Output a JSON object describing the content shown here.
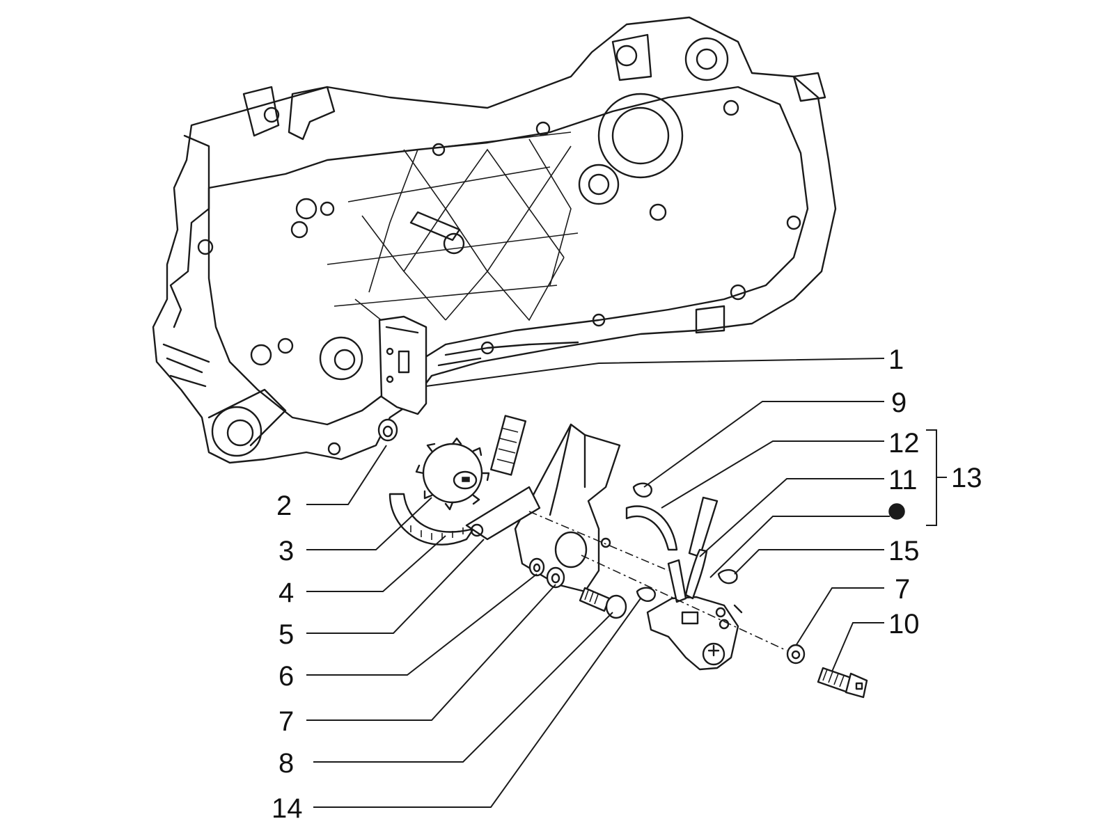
{
  "callouts": [
    {
      "id": "c1",
      "text": "1"
    },
    {
      "id": "c2",
      "text": "2"
    },
    {
      "id": "c3",
      "text": "3"
    },
    {
      "id": "c4",
      "text": "4"
    },
    {
      "id": "c5",
      "text": "5"
    },
    {
      "id": "c6",
      "text": "6"
    },
    {
      "id": "c7a",
      "text": "7"
    },
    {
      "id": "c8",
      "text": "8"
    },
    {
      "id": "c14",
      "text": "14"
    },
    {
      "id": "c9",
      "text": "9"
    },
    {
      "id": "c12",
      "text": "12"
    },
    {
      "id": "c11",
      "text": "11"
    },
    {
      "id": "c13",
      "text": "13"
    },
    {
      "id": "c15",
      "text": "15"
    },
    {
      "id": "c7b",
      "text": "7"
    },
    {
      "id": "c10",
      "text": "10"
    }
  ],
  "colors": {
    "ink": "#1a1a1a",
    "paper": "#ffffff"
  }
}
